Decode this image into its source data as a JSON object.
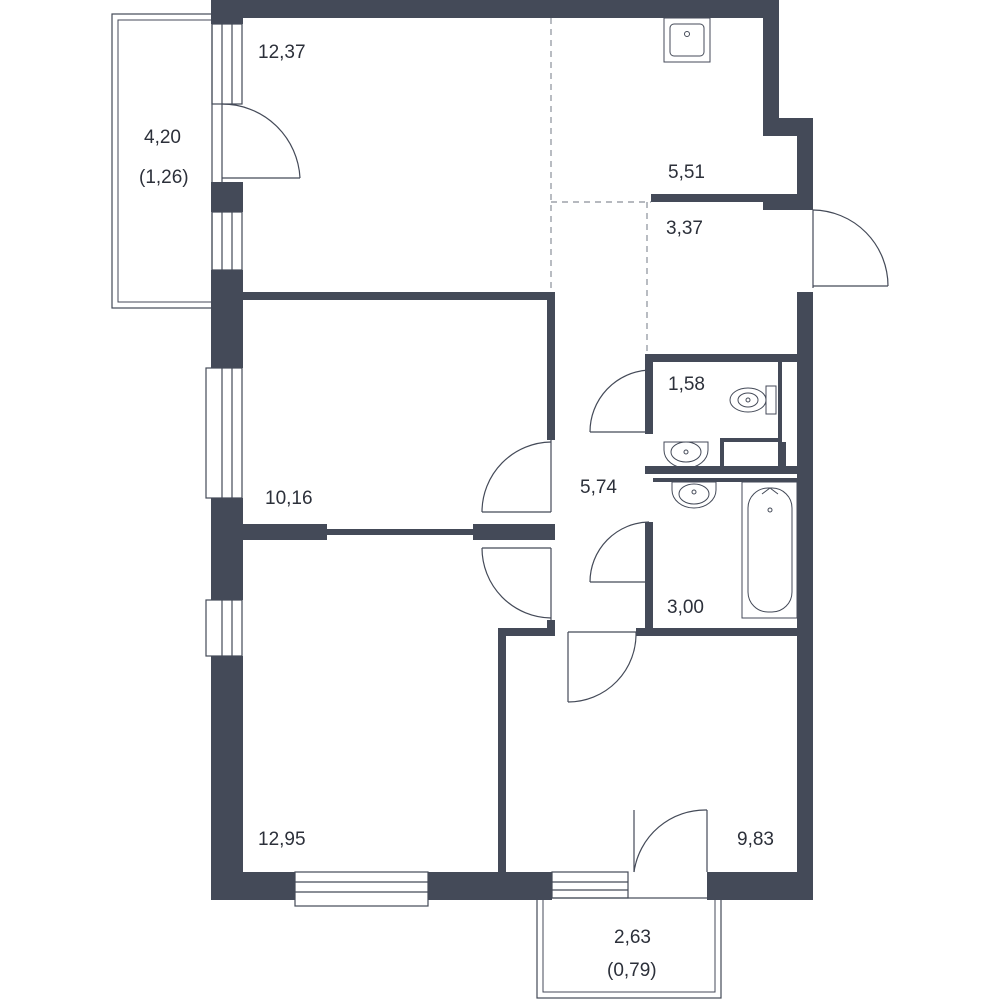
{
  "colors": {
    "wall": "#444a58",
    "background": "#ffffff",
    "text": "#2c303a"
  },
  "rooms": {
    "living_kitchen": {
      "area": "12,37"
    },
    "balcony_left": {
      "area": "4,20",
      "area_sub": "(1,26)"
    },
    "kitchen_zone": {
      "area": "5,51"
    },
    "hall_entrance": {
      "area": "3,37"
    },
    "wc": {
      "area": "1,58"
    },
    "corridor": {
      "area": "5,74"
    },
    "bedroom_middle": {
      "area": "10,16"
    },
    "bathroom": {
      "area": "3,00"
    },
    "bedroom_bottom_left": {
      "area": "12,95"
    },
    "bedroom_bottom_right": {
      "area": "9,83"
    },
    "balcony_bottom": {
      "area": "2,63",
      "area_sub": "(0,79)"
    }
  },
  "fixtures": [
    "sink-icon",
    "toilet-icon",
    "washbasin-icon",
    "bathtub-icon"
  ]
}
